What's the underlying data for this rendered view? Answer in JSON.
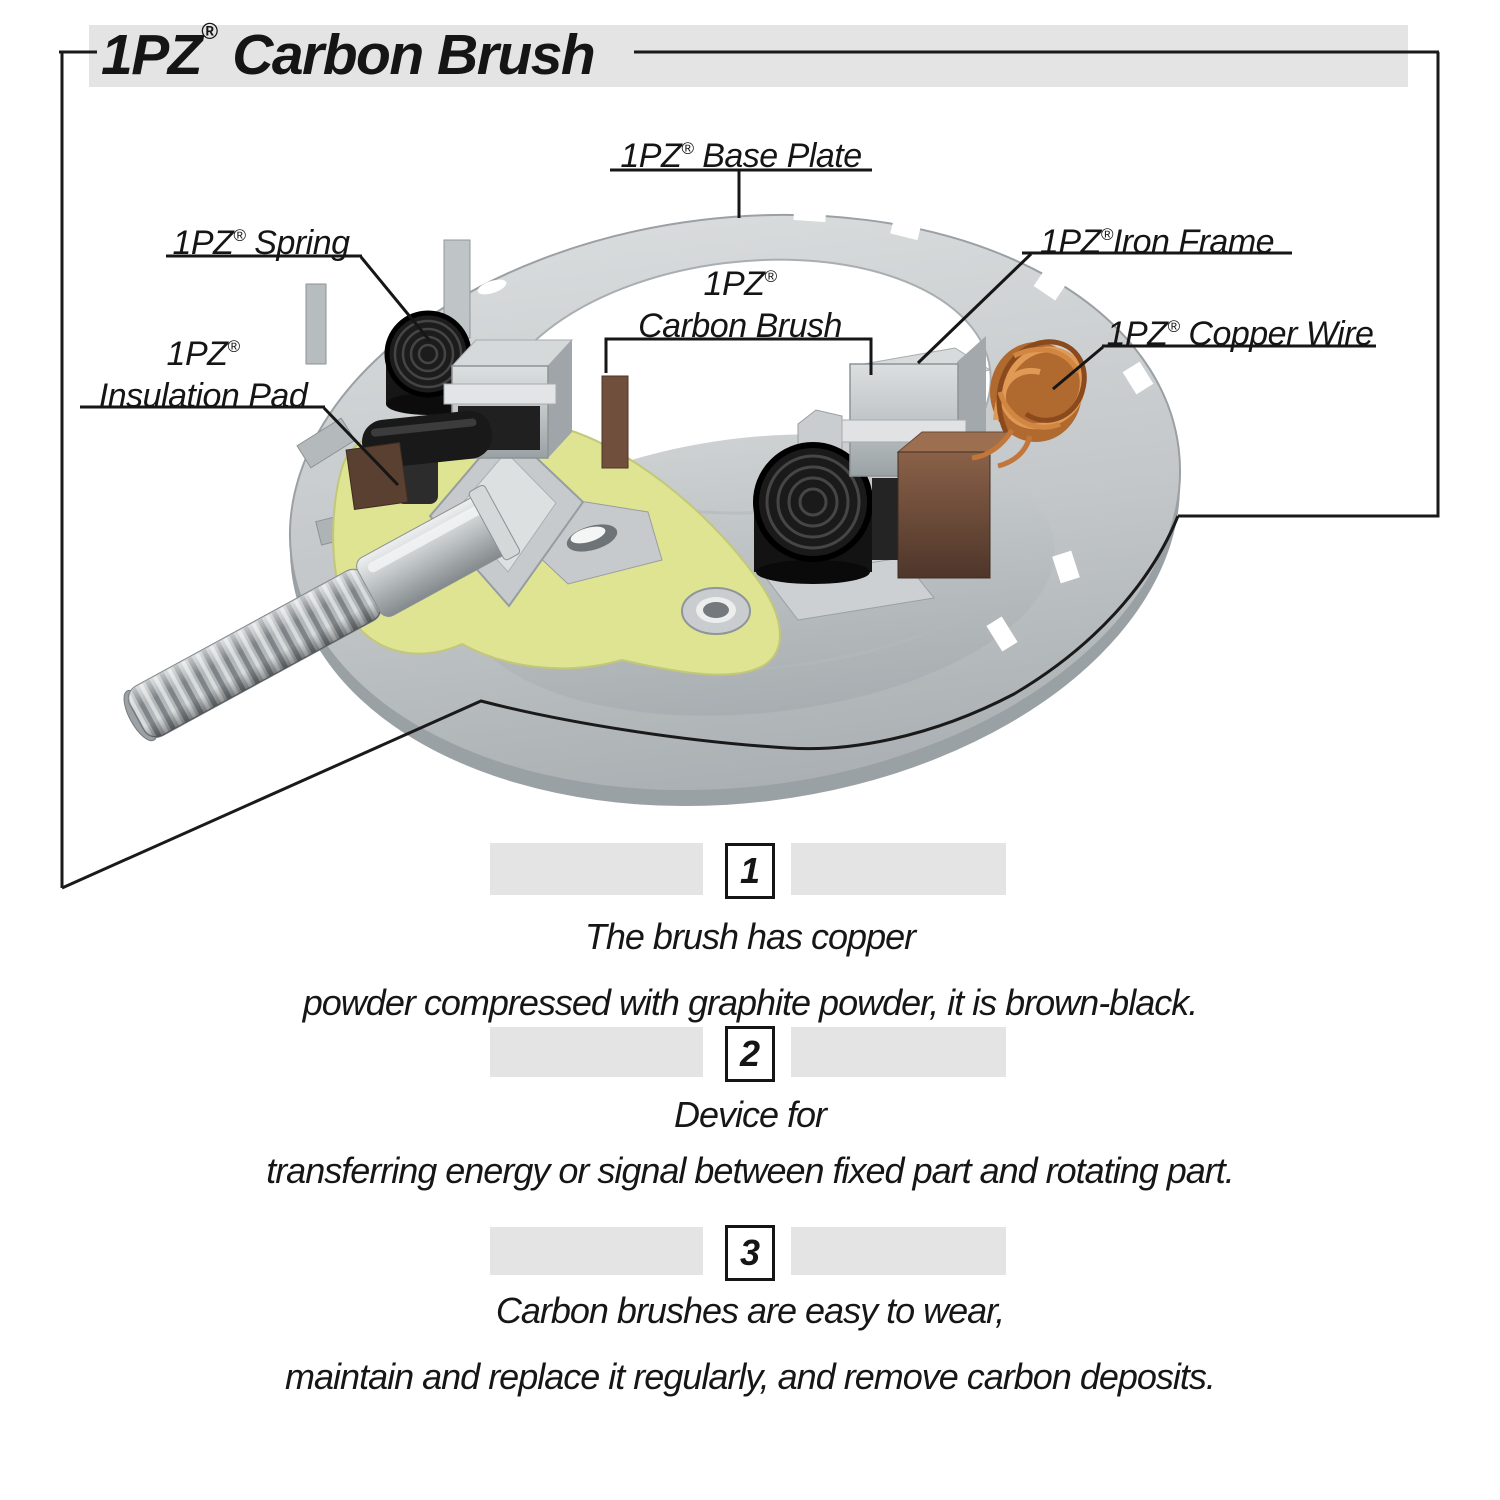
{
  "title": {
    "brand": "1PZ",
    "reg": "®",
    "rest": " Carbon Brush"
  },
  "diagram": {
    "labels": {
      "base_plate": {
        "brand": "1PZ",
        "reg": "®",
        "rest": " Base Plate"
      },
      "spring": {
        "brand": "1PZ",
        "reg": "®",
        "rest": " Spring"
      },
      "insulation_pad": {
        "brand": "1PZ",
        "reg": "®",
        "rest": "Insulation Pad"
      },
      "carbon_brush": {
        "brand": "1PZ",
        "reg": "®",
        "rest": "Carbon Brush"
      },
      "iron_frame": {
        "brand": "1PZ",
        "reg": "®",
        "rest": "Iron Frame"
      },
      "copper_wire": {
        "brand": "1PZ",
        "reg": "®",
        "rest": " Copper Wire"
      }
    }
  },
  "sections": [
    {
      "number": "1",
      "line1": "The brush has copper",
      "line2": "powder compressed with graphite powder, it is brown-black."
    },
    {
      "number": "2",
      "line1": "Device for",
      "line2": "transferring energy or signal between fixed part and rotating part."
    },
    {
      "number": "3",
      "line1": "Carbon brushes are easy to wear,",
      "line2": "maintain and replace it regularly, and remove carbon deposits."
    }
  ],
  "colors": {
    "line": "#1a1a1a",
    "bar_gray": "#e4e4e4",
    "steel": "#c6cacc",
    "pad_yellow": "#dfe493",
    "copper": "#c87a3e",
    "brush_brown": "#6f4f3a"
  }
}
